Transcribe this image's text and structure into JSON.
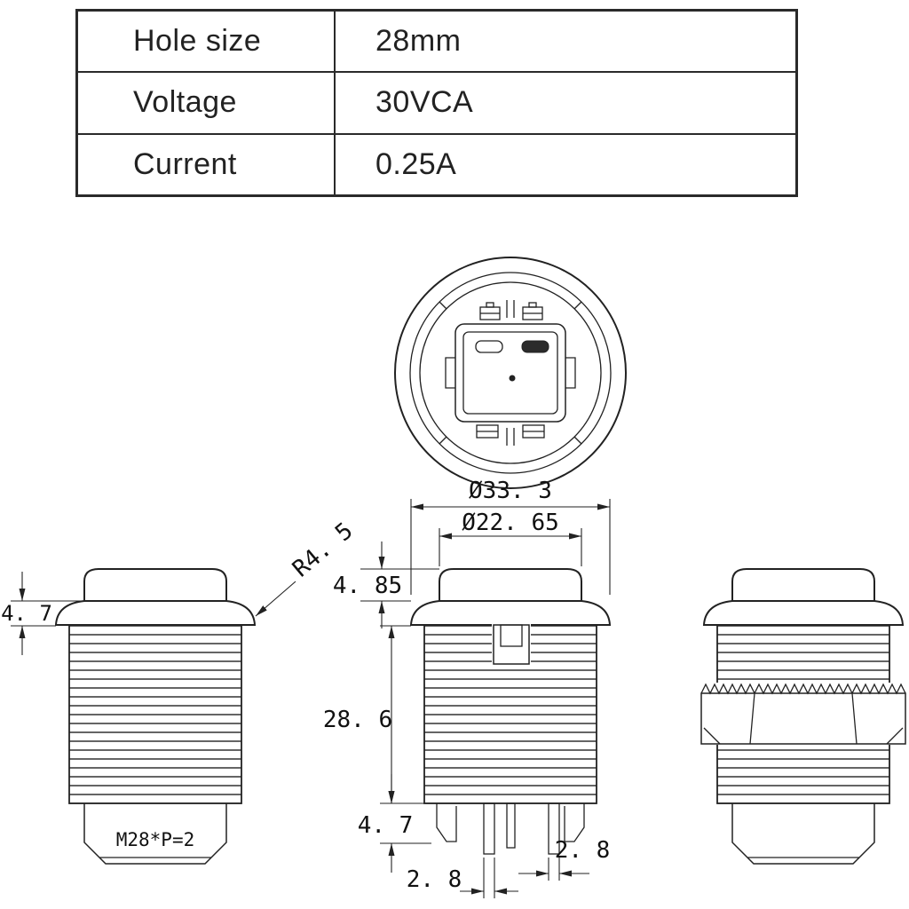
{
  "table": {
    "rows": [
      {
        "label": "Hole size",
        "value": "28mm"
      },
      {
        "label": "Voltage",
        "value": "30VCA"
      },
      {
        "label": "Current",
        "value": "0.25A"
      }
    ]
  },
  "drawing": {
    "outer_diameter": "Ø33. 3",
    "cap_diameter": "Ø22. 65",
    "cap_height": "4. 85",
    "thread_length": "28. 6",
    "flange_height": "4. 7",
    "terminal_length": "4. 7",
    "terminal_width_left": "2. 8",
    "terminal_width_right": "2. 8",
    "corner_radius": "R4. 5",
    "thread_spec": "M28*P=2"
  },
  "colors": {
    "line": "#222222",
    "background": "#ffffff"
  }
}
